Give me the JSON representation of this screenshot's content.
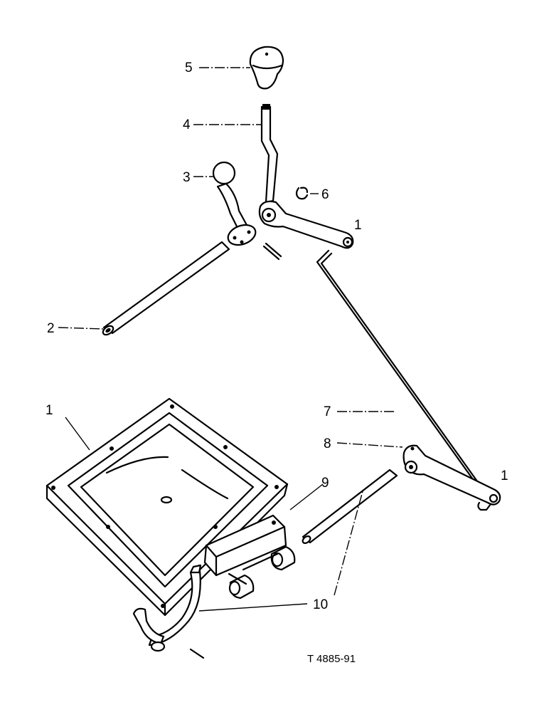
{
  "diagram": {
    "part_labels": [
      "1",
      "2",
      "3",
      "4",
      "5",
      "6",
      "7",
      "8",
      "9",
      "10"
    ],
    "reference_number": "T 4885-91"
  }
}
